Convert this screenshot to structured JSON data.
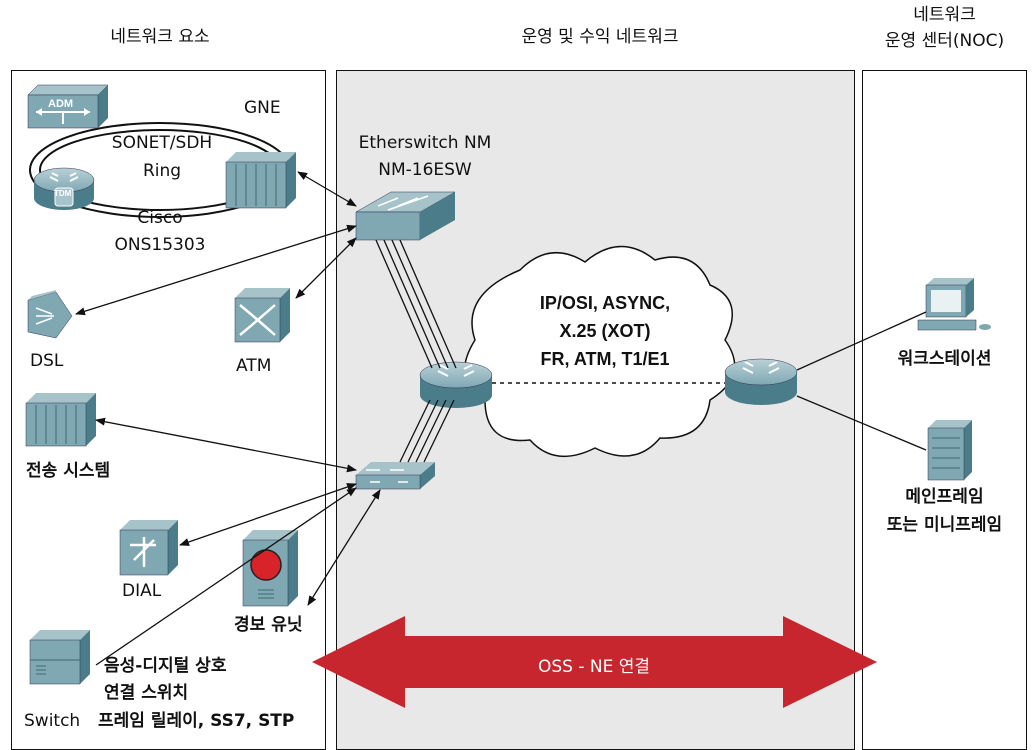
{
  "headers": {
    "left": "네트워크 요소",
    "middle": "운영 및 수익 네트워크",
    "right_line1": "네트워크",
    "right_line2": "운영 센터(NOC)"
  },
  "labels": {
    "adm": "ADM",
    "gne": "GNE",
    "ring_line1": "SONET/SDH",
    "ring_line2": "Ring",
    "tdm": "TDM",
    "cisco_line1": "Cisco",
    "cisco_line2": "ONS15303",
    "etherswitch_line1": "Etherswitch NM",
    "etherswitch_line2": "NM-16ESW",
    "dsl": "DSL",
    "atm": "ATM",
    "transmission": "전송 시스템",
    "dial": "DIAL",
    "alarm": "경보 유닛",
    "switch": "Switch",
    "switch_desc_line1": "음성-디지털 상호",
    "switch_desc_line2": "연결 스위치",
    "switch_desc_line3": "프레임 릴레이, SS7, STP",
    "cloud_line1": "IP/OSI, ASYNC,",
    "cloud_line2": "X.25 (XOT)",
    "cloud_line3": "FR, ATM, T1/E1",
    "workstation": "워크스테이션",
    "mainframe_line1": "메인프레임",
    "mainframe_line2": "또는 미니프레임",
    "oss": "OSS - NE 연결"
  },
  "colors": {
    "panel_gray": "#e8e8e8",
    "device_teal": "#7fa8b3",
    "device_dark": "#4a7c89",
    "arrow_red": "#c7262e",
    "alarm_red": "#d9232a"
  }
}
